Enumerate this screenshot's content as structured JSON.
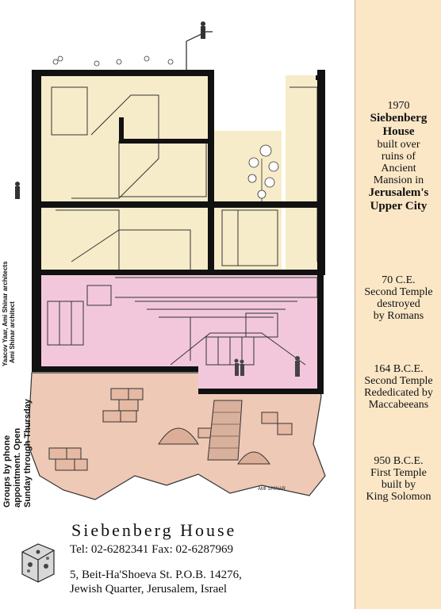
{
  "timeline": {
    "e1970": {
      "year": "1970",
      "l1": "Siebenberg",
      "l2": "House",
      "l3": "built over",
      "l4": "ruins of",
      "l5": "Ancient",
      "l6": "Mansion in",
      "l7": "Jerusalem's",
      "l8": "Upper City"
    },
    "e70": {
      "year": "70 C.E.",
      "l1": "Second Temple",
      "l2": "destroyed",
      "l3": "by Romans"
    },
    "e164": {
      "year": "164 B.C.E.",
      "l1": "Second Temple",
      "l2": "Rededicated  by",
      "l3": "Maccabeeans"
    },
    "e950": {
      "year": "950 B.C.E.",
      "l1": "First Temple",
      "l2": "built by",
      "l3": "King Solomon"
    }
  },
  "credits": {
    "architects": "Yaacov Yaar, Ami Shinar architects",
    "architect": "Ami Shinar architect"
  },
  "hours": {
    "l1": "Groups by phone",
    "l2": "appointment. Open",
    "l3": "Sunday through Thursday"
  },
  "signature": "AMI SHINAR",
  "footer": {
    "name": "Siebenberg House",
    "phones": "Tel: 02-6282341   Fax: 02-6287969",
    "address1": "5, Beit-Ha'Shoeva St. P.O.B. 14276,",
    "address2": "Jewish Quarter, Jerusalem, Israel"
  },
  "colors": {
    "upper_floors": "#f7ecc9",
    "museum_level": "#f2c7dc",
    "excavation": "#eec9b6",
    "timeline_panel": "#fbe7c6"
  }
}
